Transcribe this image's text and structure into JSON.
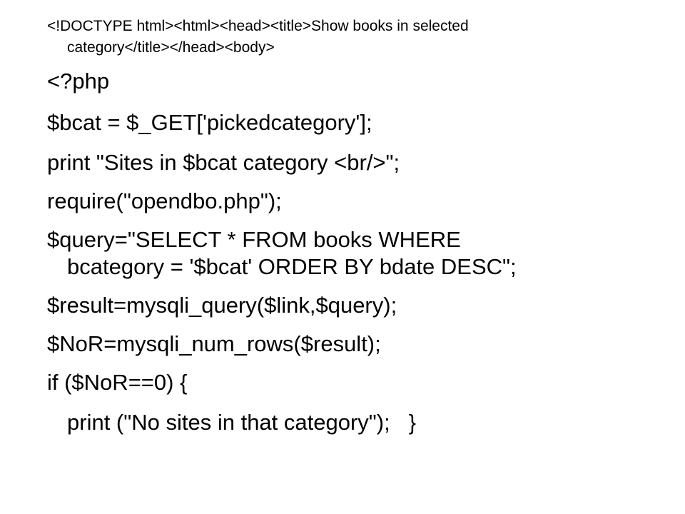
{
  "slide": {
    "lines": [
      "<!DOCTYPE html><html><head><title>Show books in selected",
      "category</title></head><body>",
      "<?php",
      "$bcat = $_GET['pickedcategory'];",
      "print \"Sites in $bcat category <br/>\";",
      "require(\"opendbo.php\");",
      "$query=\"SELECT * FROM books WHERE",
      "bcategory = '$bcat' ORDER BY bdate DESC\";",
      "$result=mysqli_query($link,$query);",
      "$NoR=mysqli_num_rows($result);",
      "if ($NoR==0) {",
      "print (\"No sites in that category\");   }"
    ]
  }
}
